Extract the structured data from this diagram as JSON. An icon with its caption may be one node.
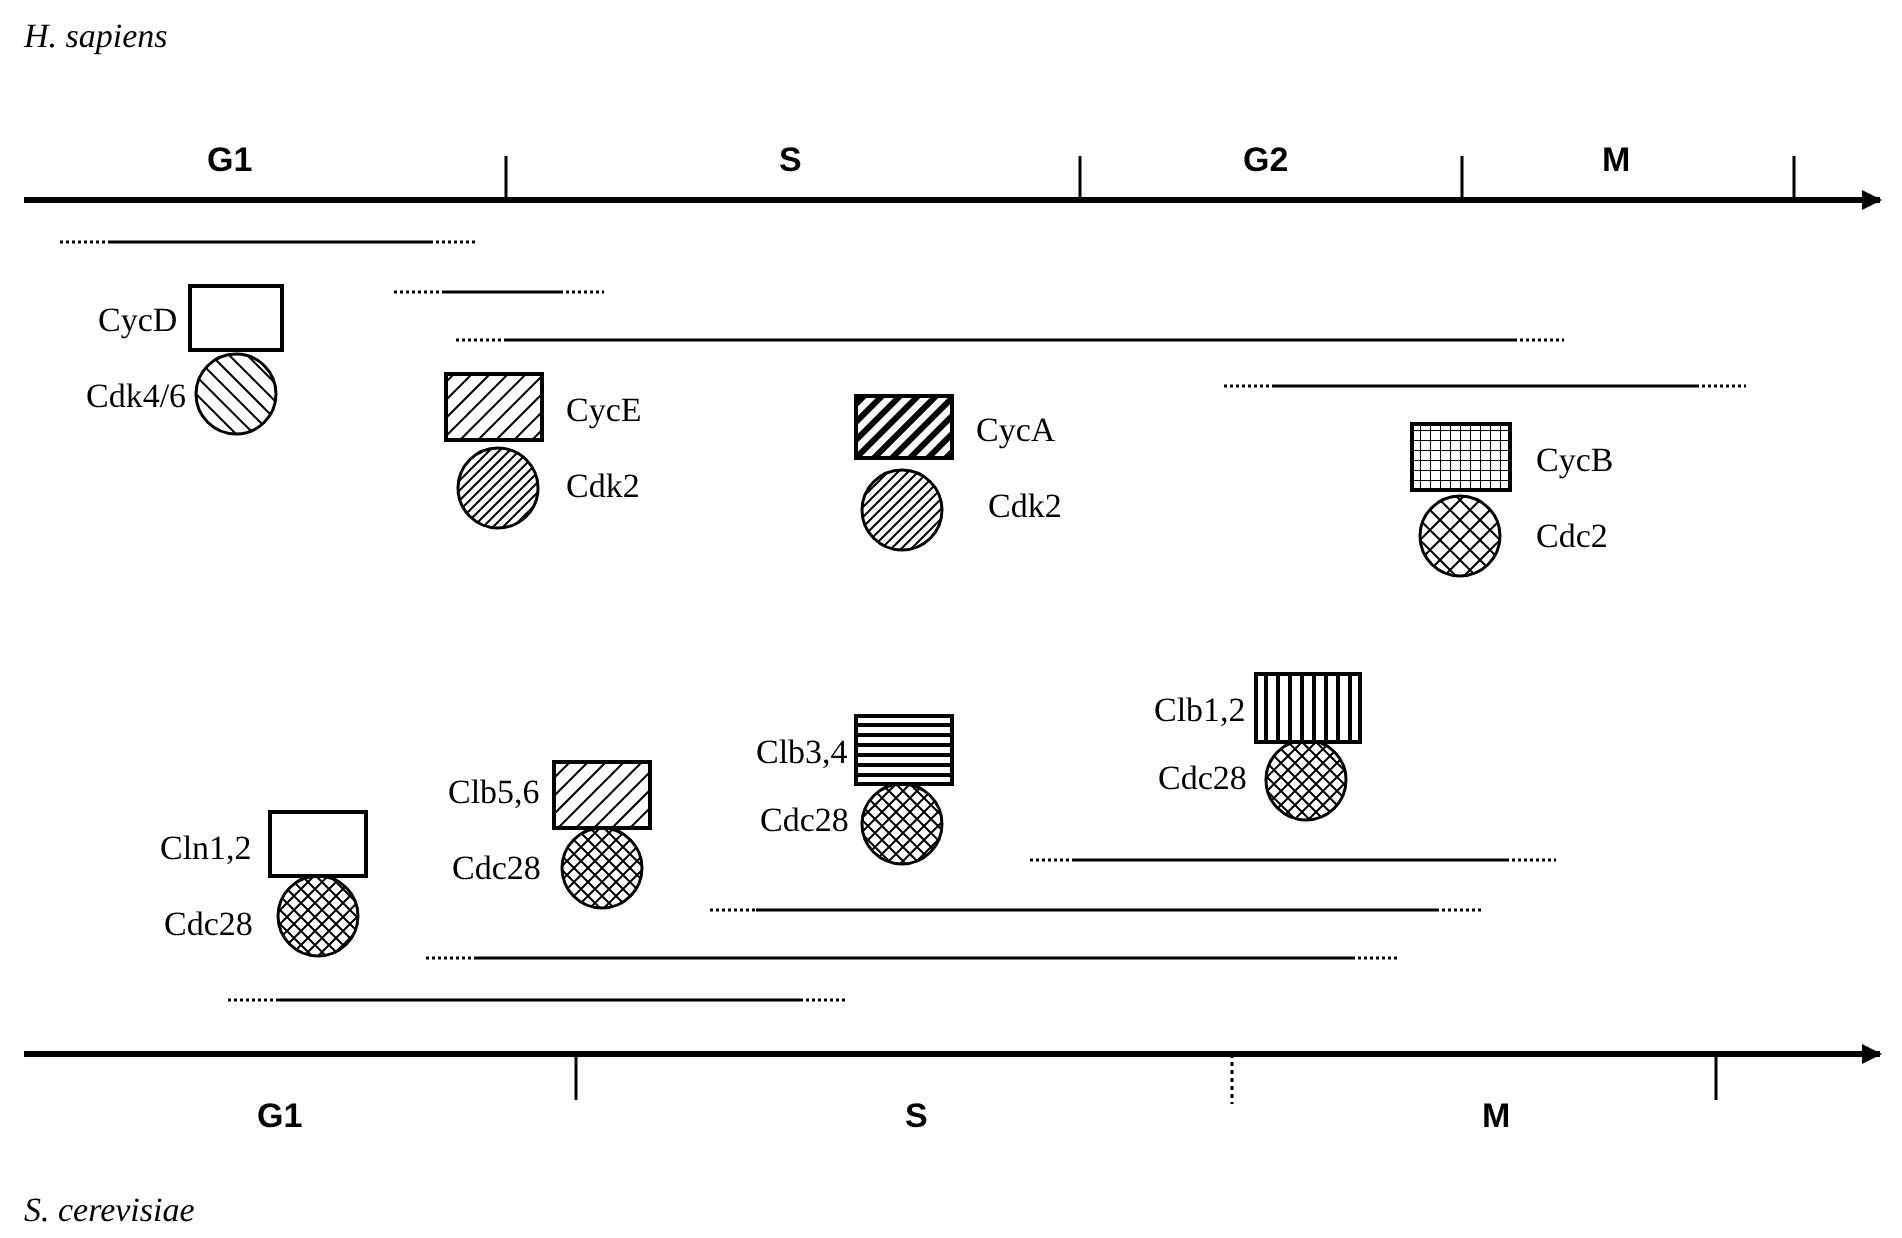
{
  "diagram": {
    "labels": [
      "H. sapiens",
      "G1",
      "S",
      "G2",
      "M",
      "CycD",
      "Cdk4/6",
      "CycE",
      "Cdk2",
      "CycA",
      "Cdk2",
      "CycB",
      "Cdc2",
      "Cln1,2",
      "Cdc28",
      "Clb5,6",
      "Cdc28",
      "Clb3,4",
      "Cdc28",
      "Clb1,2",
      "Cdc28",
      "G1",
      "S",
      "M",
      "S. cerevisiae"
    ]
  }
}
